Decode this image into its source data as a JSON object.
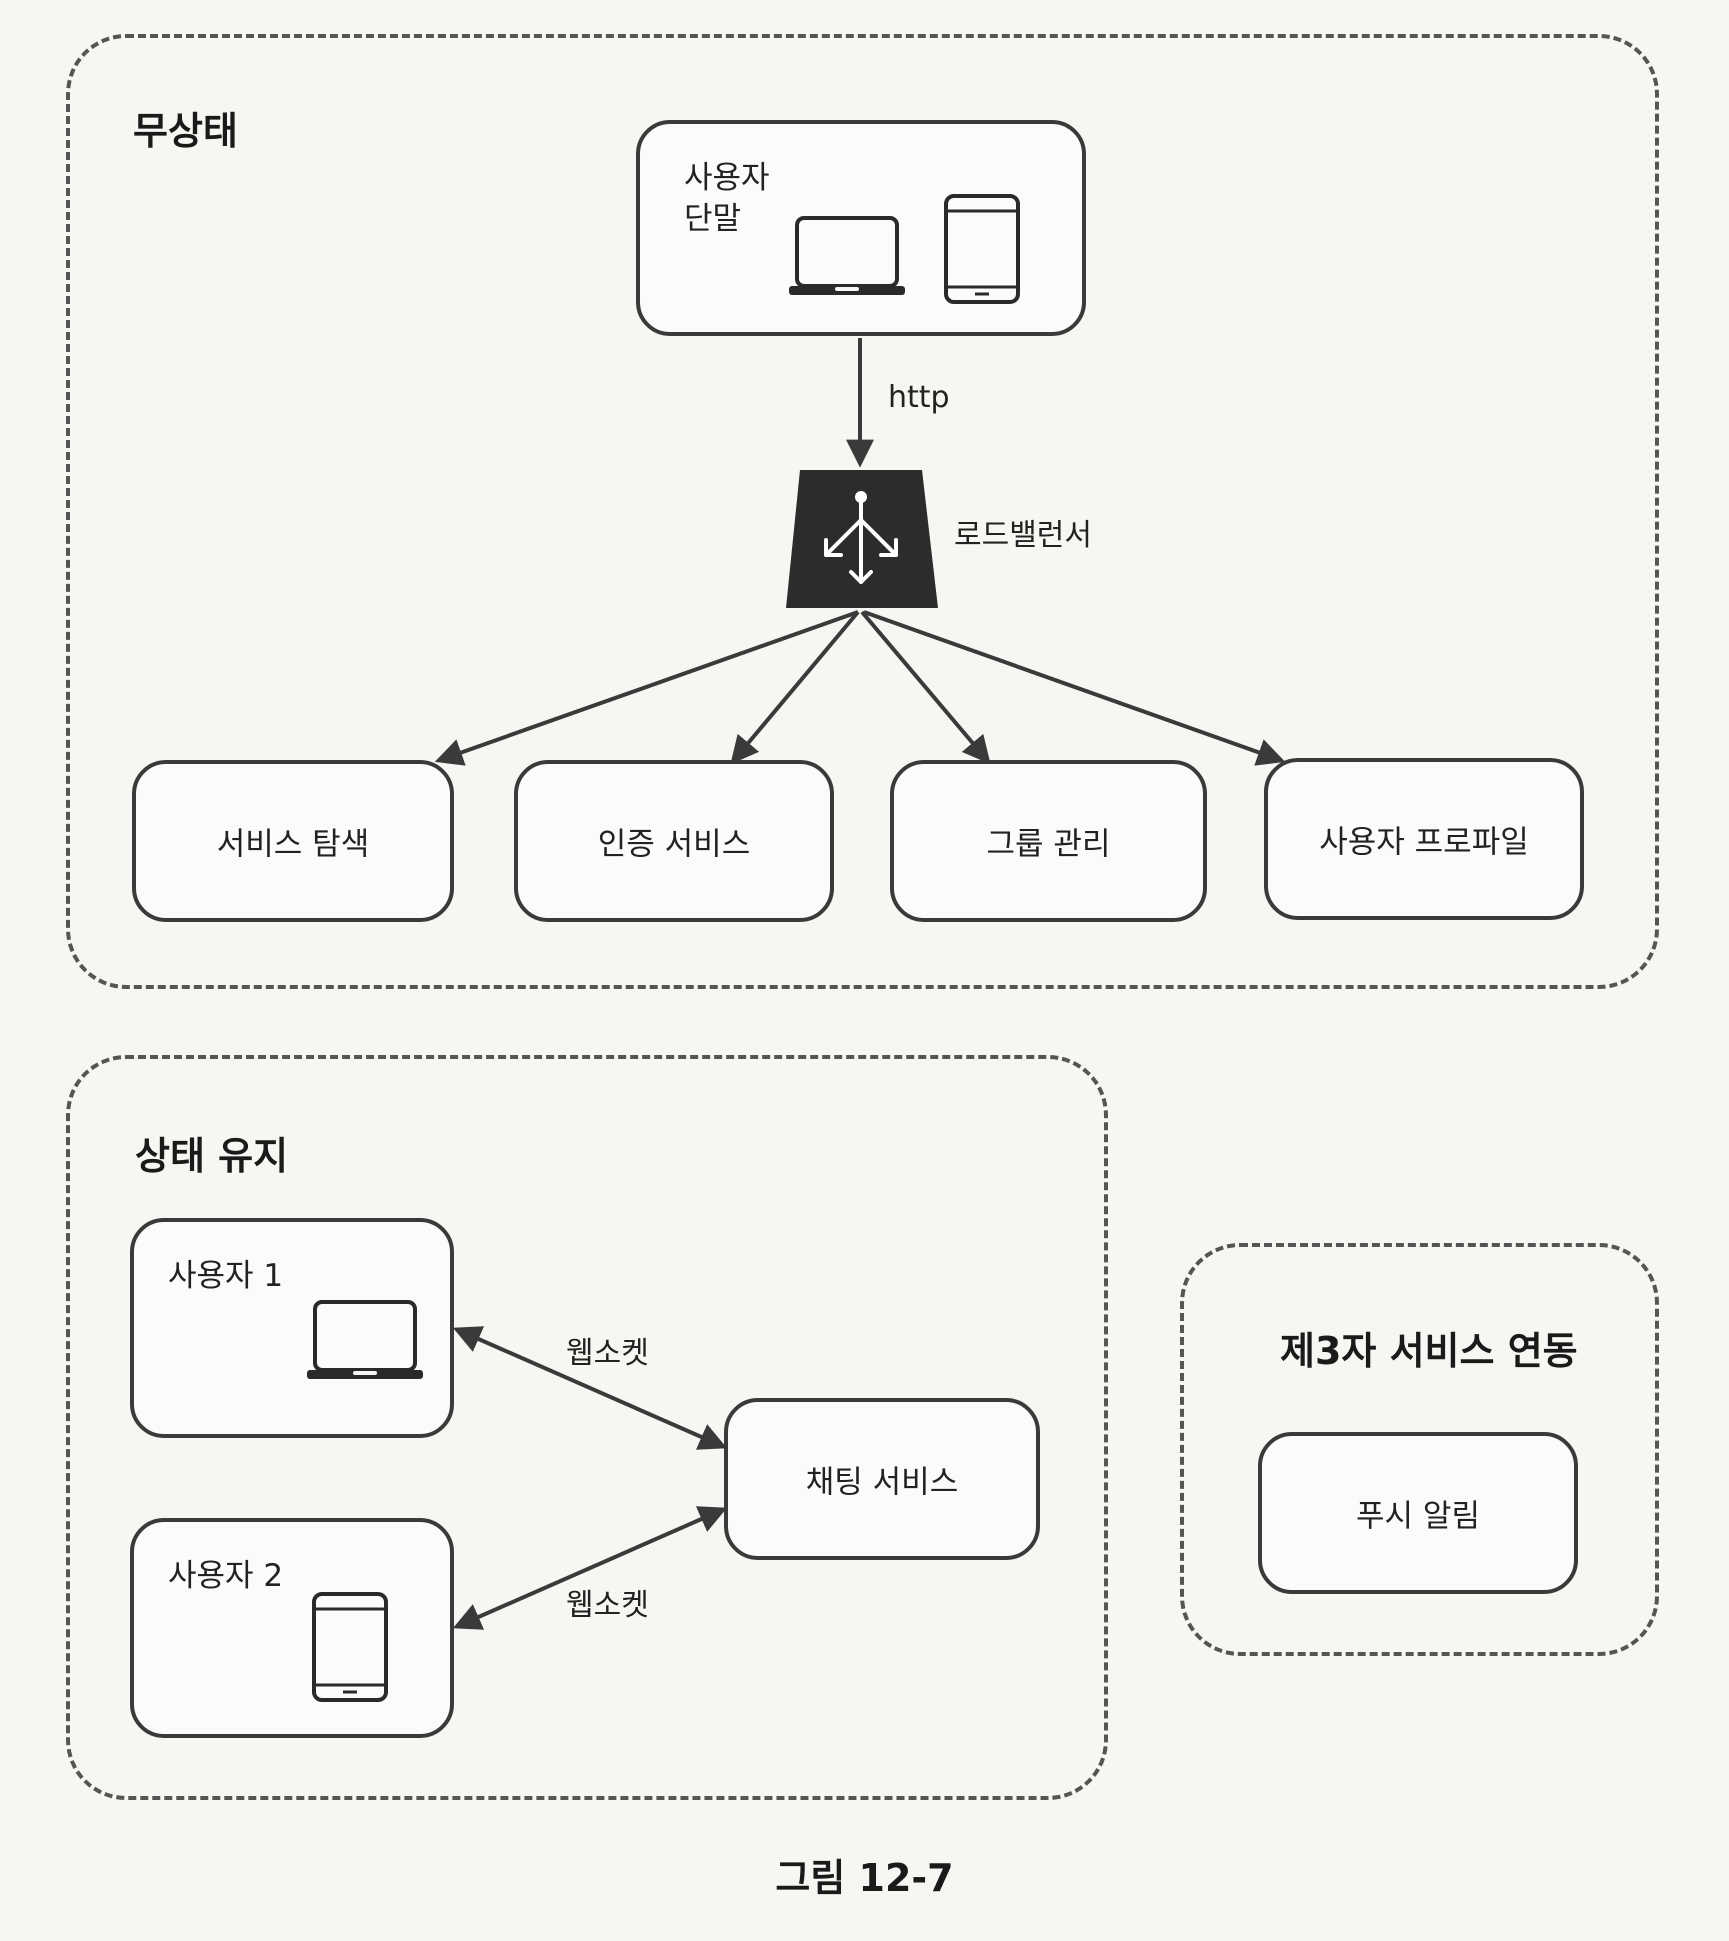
{
  "stateless": {
    "title": "무상태",
    "user_devices": {
      "label": "사용자\n단말"
    },
    "http_label": "http",
    "load_balancer_label": "로드밸런서",
    "services": [
      "서비스 탐색",
      "인증 서비스",
      "그룹 관리",
      "사용자 프로파일"
    ]
  },
  "stateful": {
    "title": "상태 유지",
    "user1_label": "사용자 1",
    "user2_label": "사용자 2",
    "websocket_label_1": "웹소켓",
    "websocket_label_2": "웹소켓",
    "chat_service_label": "채팅 서비스"
  },
  "third_party": {
    "title": "제3자 서비스 연동",
    "push_label": "푸시 알림"
  },
  "caption": "그림 12-7",
  "colors": {
    "stroke": "#3a3a3a",
    "dashed": "#555555",
    "lb_fill": "#2c2c2c"
  }
}
